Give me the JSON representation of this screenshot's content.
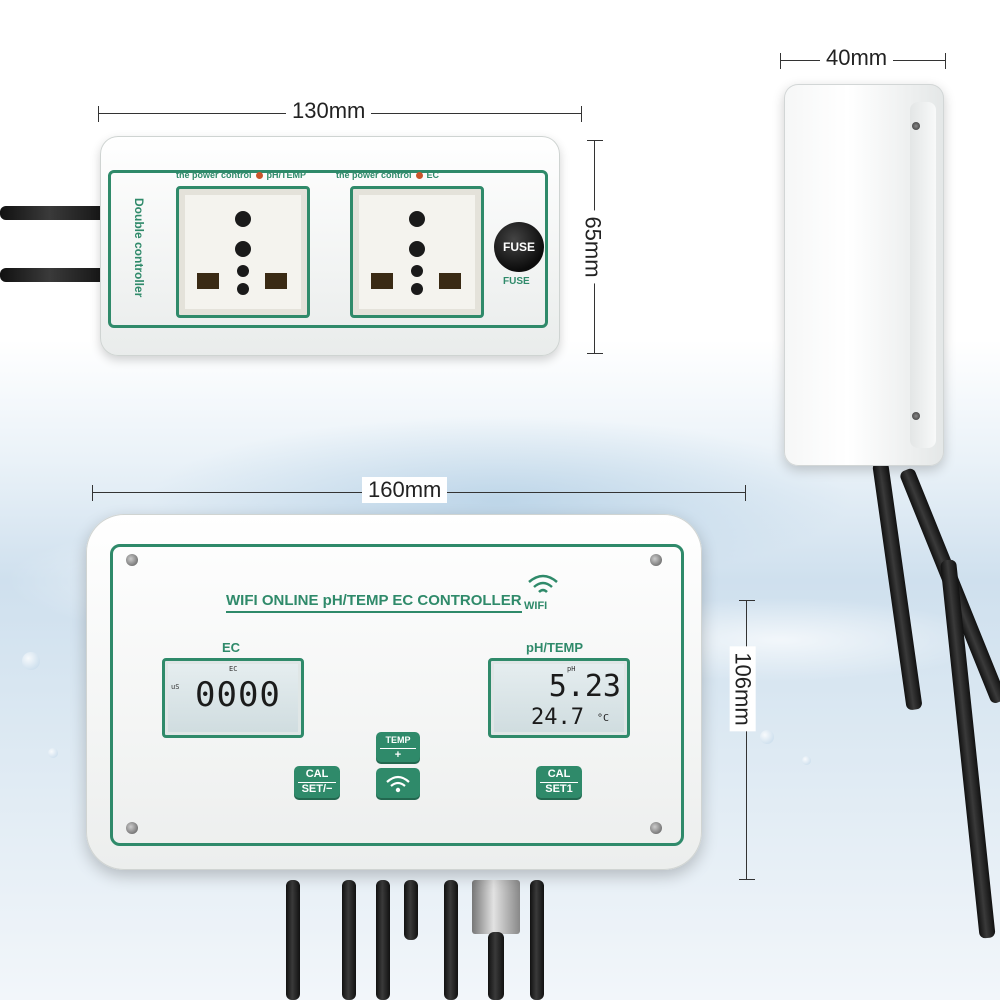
{
  "dimensions": {
    "top_strip_width": "130mm",
    "top_strip_height": "65mm",
    "side_depth": "40mm",
    "main_width": "160mm",
    "main_height": "106mm"
  },
  "power_strip": {
    "side_label": "Double controller",
    "outlet_left_label_prefix": "the power control",
    "outlet_left_label_suffix": "pH/TEMP",
    "outlet_right_label_prefix": "the power control",
    "outlet_right_label_suffix": "EC",
    "fuse_cap": "FUSE",
    "fuse_label": "FUSE"
  },
  "controller": {
    "title": "WIFI ONLINE pH/TEMP EC CONTROLLER",
    "wifi_label": "WIFI",
    "ec_panel": {
      "label": "EC",
      "unit_small": "EC",
      "unit_us": "uS",
      "reading": "0000"
    },
    "ph_panel": {
      "label": "pH/TEMP",
      "unit_small": "pH",
      "ph_reading": "5.23",
      "temp_reading": "24.7",
      "temp_unit": "°C"
    },
    "buttons": {
      "temp_top": "TEMP",
      "temp_bottom": "+",
      "left_top": "CAL",
      "left_bottom": "SET/−",
      "right_top": "CAL",
      "right_bottom": "SET1"
    }
  },
  "colors": {
    "accent_green": "#2f8a6a",
    "led": "#c9552b"
  },
  "icons": [
    "wifi-icon",
    "screw-icon",
    "fuse-icon"
  ]
}
